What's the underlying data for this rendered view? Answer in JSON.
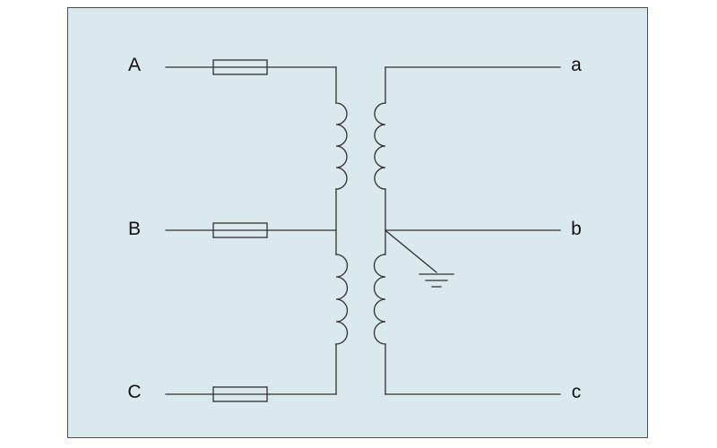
{
  "diagram": {
    "primary_terminals": [
      {
        "label": "A"
      },
      {
        "label": "B"
      },
      {
        "label": "C"
      }
    ],
    "secondary_terminals": [
      {
        "label": "a"
      },
      {
        "label": "b"
      },
      {
        "label": "c"
      }
    ],
    "components": [
      "fuse-a-icon",
      "fuse-b-icon",
      "fuse-c-icon",
      "primary-winding-icon",
      "secondary-winding-icon",
      "earth-ground-icon"
    ],
    "colors": {
      "panel_background": "#dbe8ee",
      "panel_border": "#4d4d4d",
      "line": "#2f2f2f",
      "text": "#111111"
    }
  }
}
